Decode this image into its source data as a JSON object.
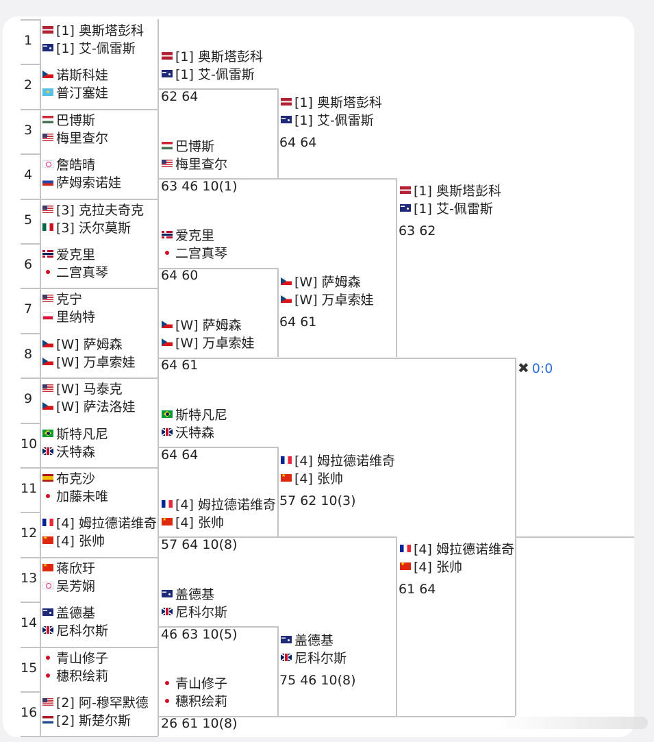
{
  "round1": [
    {
      "seed": "1",
      "players": [
        {
          "flag": "lat",
          "name": "[1] 奥斯塔彭科"
        },
        {
          "flag": "aus",
          "name": "[1] 艾-佩雷斯"
        }
      ]
    },
    {
      "seed": "2",
      "players": [
        {
          "flag": "cze",
          "name": "诺斯科娃"
        },
        {
          "flag": "kaz",
          "name": "普汀塞娃"
        }
      ]
    },
    {
      "seed": "3",
      "players": [
        {
          "flag": "hun",
          "name": "巴博斯"
        },
        {
          "flag": "usa",
          "name": "梅里查尔"
        }
      ]
    },
    {
      "seed": "4",
      "players": [
        {
          "flag": "tpe",
          "name": "詹皓晴"
        },
        {
          "flag": "rus",
          "name": "萨姆索诺娃"
        }
      ]
    },
    {
      "seed": "5",
      "players": [
        {
          "flag": "usa",
          "name": "[3] 克拉夫奇克"
        },
        {
          "flag": "mex",
          "name": "[3] 沃尔莫斯"
        }
      ]
    },
    {
      "seed": "6",
      "players": [
        {
          "flag": "nor",
          "name": "爱克里"
        },
        {
          "flag": "jpn",
          "name": "二宫真琴"
        }
      ]
    },
    {
      "seed": "7",
      "players": [
        {
          "flag": "usa",
          "name": "克宁"
        },
        {
          "flag": "pol",
          "name": "里纳特"
        }
      ]
    },
    {
      "seed": "8",
      "players": [
        {
          "flag": "cze",
          "name": "[W] 萨姆森"
        },
        {
          "flag": "cze",
          "name": "[W] 万卓索娃"
        }
      ]
    },
    {
      "seed": "9",
      "players": [
        {
          "flag": "usa",
          "name": "[W] 马泰克"
        },
        {
          "flag": "cze",
          "name": "[W] 萨法洛娃"
        }
      ]
    },
    {
      "seed": "10",
      "players": [
        {
          "flag": "bra",
          "name": "斯特凡尼"
        },
        {
          "flag": "gbr",
          "name": "沃特森"
        }
      ]
    },
    {
      "seed": "11",
      "players": [
        {
          "flag": "esp",
          "name": "布克沙"
        },
        {
          "flag": "jpn",
          "name": "加藤未唯"
        }
      ]
    },
    {
      "seed": "12",
      "players": [
        {
          "flag": "fra",
          "name": "[4] 姆拉德诺维奇"
        },
        {
          "flag": "chn",
          "name": "[4] 张帅"
        }
      ]
    },
    {
      "seed": "13",
      "players": [
        {
          "flag": "chn",
          "name": "蒋欣玗"
        },
        {
          "flag": "tpe",
          "name": "吴芳娴"
        }
      ]
    },
    {
      "seed": "14",
      "players": [
        {
          "flag": "aus",
          "name": "盖德基"
        },
        {
          "flag": "gbr",
          "name": "尼科尔斯"
        }
      ]
    },
    {
      "seed": "15",
      "players": [
        {
          "flag": "jpn",
          "name": "青山修子"
        },
        {
          "flag": "jpn",
          "name": "穗积绘莉"
        }
      ]
    },
    {
      "seed": "16",
      "players": [
        {
          "flag": "usa",
          "name": "[2] 阿-穆罕默德"
        },
        {
          "flag": "ned",
          "name": "[2] 斯楚尔斯"
        }
      ]
    }
  ],
  "round2": [
    {
      "players": [
        {
          "flag": "lat",
          "name": "[1] 奥斯塔彭科"
        },
        {
          "flag": "aus",
          "name": "[1] 艾-佩雷斯"
        }
      ],
      "score": "62 64"
    },
    {
      "players": [
        {
          "flag": "hun",
          "name": "巴博斯"
        },
        {
          "flag": "usa",
          "name": "梅里查尔"
        }
      ],
      "score": "63 46 10(1)"
    },
    {
      "players": [
        {
          "flag": "nor",
          "name": "爱克里"
        },
        {
          "flag": "jpn",
          "name": "二宫真琴"
        }
      ],
      "score": "64 60"
    },
    {
      "players": [
        {
          "flag": "cze",
          "name": "[W] 萨姆森"
        },
        {
          "flag": "cze",
          "name": "[W] 万卓索娃"
        }
      ],
      "score": "64 61"
    },
    {
      "players": [
        {
          "flag": "bra",
          "name": "斯特凡尼"
        },
        {
          "flag": "gbr",
          "name": "沃特森"
        }
      ],
      "score": "64 64"
    },
    {
      "players": [
        {
          "flag": "fra",
          "name": "[4] 姆拉德诺维奇"
        },
        {
          "flag": "chn",
          "name": "[4] 张帅"
        }
      ],
      "score": "57 64 10(8)"
    },
    {
      "players": [
        {
          "flag": "aus",
          "name": "盖德基"
        },
        {
          "flag": "gbr",
          "name": "尼科尔斯"
        }
      ],
      "score": "46 63 10(5)"
    },
    {
      "players": [
        {
          "flag": "jpn",
          "name": "青山修子"
        },
        {
          "flag": "jpn",
          "name": "穗积绘莉"
        }
      ],
      "score": "26 61 10(8)"
    }
  ],
  "round3": [
    {
      "players": [
        {
          "flag": "lat",
          "name": "[1] 奥斯塔彭科"
        },
        {
          "flag": "aus",
          "name": "[1] 艾-佩雷斯"
        }
      ],
      "score": "64 64"
    },
    {
      "players": [
        {
          "flag": "cze",
          "name": "[W] 萨姆森"
        },
        {
          "flag": "cze",
          "name": "[W] 万卓索娃"
        }
      ],
      "score": "64 61"
    },
    {
      "players": [
        {
          "flag": "fra",
          "name": "[4] 姆拉德诺维奇"
        },
        {
          "flag": "chn",
          "name": "[4] 张帅"
        }
      ],
      "score": "57 62 10(3)"
    },
    {
      "players": [
        {
          "flag": "aus",
          "name": "盖德基"
        },
        {
          "flag": "gbr",
          "name": "尼科尔斯"
        }
      ],
      "score": "75 46 10(8)"
    }
  ],
  "round4": [
    {
      "players": [
        {
          "flag": "lat",
          "name": "[1] 奥斯塔彭科"
        },
        {
          "flag": "aus",
          "name": "[1] 艾-佩雷斯"
        }
      ],
      "score": "63 62"
    },
    {
      "players": [
        {
          "flag": "fra",
          "name": "[4] 姆拉德诺维奇"
        },
        {
          "flag": "chn",
          "name": "[4] 张帅"
        }
      ],
      "score": "61 64"
    }
  ],
  "final": {
    "icon": "crossed-rackets-icon",
    "score": "0:0"
  },
  "colors": {
    "line": "#c4c4c4",
    "link": "#2a6fdb"
  }
}
